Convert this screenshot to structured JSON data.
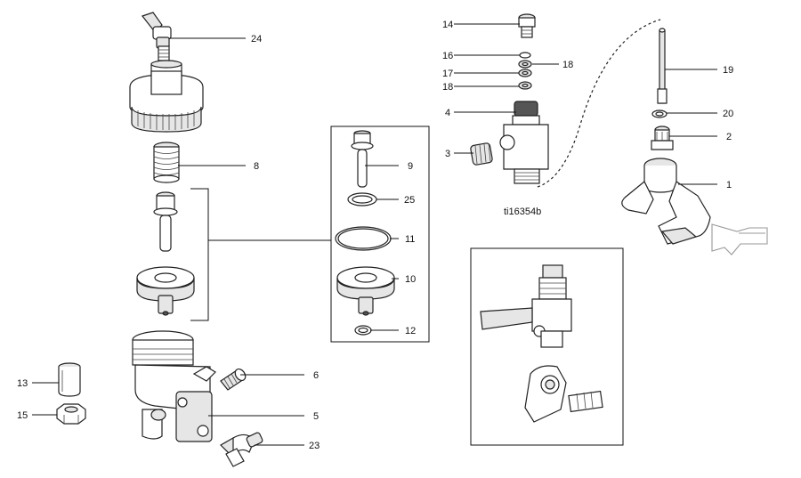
{
  "figure_id": "ti16354b",
  "callouts": [
    {
      "id": "c24",
      "label": "24"
    },
    {
      "id": "c8",
      "label": "8"
    },
    {
      "id": "c9",
      "label": "9"
    },
    {
      "id": "c25",
      "label": "25"
    },
    {
      "id": "c11",
      "label": "11"
    },
    {
      "id": "c10",
      "label": "10"
    },
    {
      "id": "c12",
      "label": "12"
    },
    {
      "id": "c6",
      "label": "6"
    },
    {
      "id": "c5",
      "label": "5"
    },
    {
      "id": "c23",
      "label": "23"
    },
    {
      "id": "c13",
      "label": "13"
    },
    {
      "id": "c15",
      "label": "15"
    },
    {
      "id": "c14",
      "label": "14"
    },
    {
      "id": "c16",
      "label": "16"
    },
    {
      "id": "c17",
      "label": "17"
    },
    {
      "id": "c18a",
      "label": "18"
    },
    {
      "id": "c18b",
      "label": "18"
    },
    {
      "id": "c4",
      "label": "4"
    },
    {
      "id": "c3",
      "label": "3"
    },
    {
      "id": "c19",
      "label": "19"
    },
    {
      "id": "c20",
      "label": "20"
    },
    {
      "id": "c2",
      "label": "2"
    },
    {
      "id": "c1",
      "label": "1"
    }
  ]
}
